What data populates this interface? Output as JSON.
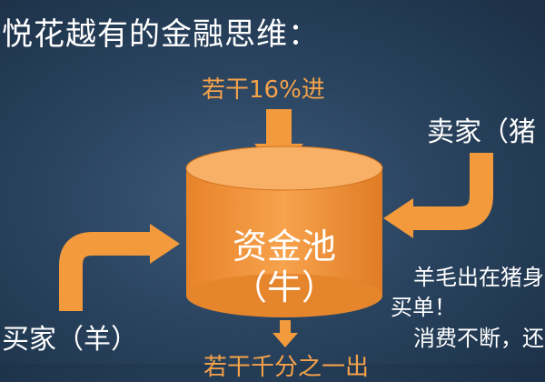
{
  "title": "悦花越有的金融思维：",
  "inflow": "若干16%进",
  "seller": "卖家（猪",
  "pool": {
    "label": "资金池",
    "sub": "（牛）"
  },
  "buyer": "买家（羊）",
  "outflow": "若干千分之一出",
  "notes": [
    "羊毛出在猪身",
    "买单！",
    "消费不断，还"
  ],
  "colors": {
    "accent": "#f39a3c",
    "text": "#ffffff",
    "background": "#2a4460"
  }
}
